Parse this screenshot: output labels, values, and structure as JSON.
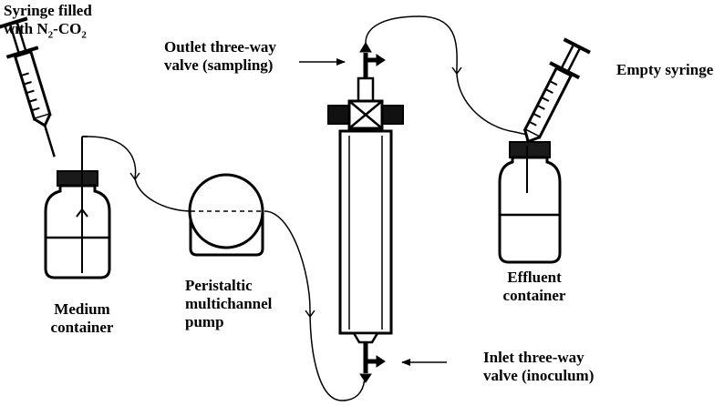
{
  "labels": {
    "syringe_filled": {
      "line1": "Syringe filled",
      "line2_prefix": "with N",
      "sub1": "2",
      "line2_mid": "-CO",
      "sub2": "2"
    },
    "medium_container": {
      "line1": "Medium",
      "line2": "container"
    },
    "pump": {
      "line1": "Peristaltic",
      "line2": "multichannel",
      "line3": "pump"
    },
    "outlet_valve": {
      "line1": "Outlet three-way",
      "line2": "valve (sampling)"
    },
    "inlet_valve": {
      "line1": "Inlet three-way",
      "line2": "valve (inoculum)"
    },
    "empty_syringe": "Empty syringe",
    "effluent_container": {
      "line1": "Effluent",
      "line2": "container"
    }
  }
}
